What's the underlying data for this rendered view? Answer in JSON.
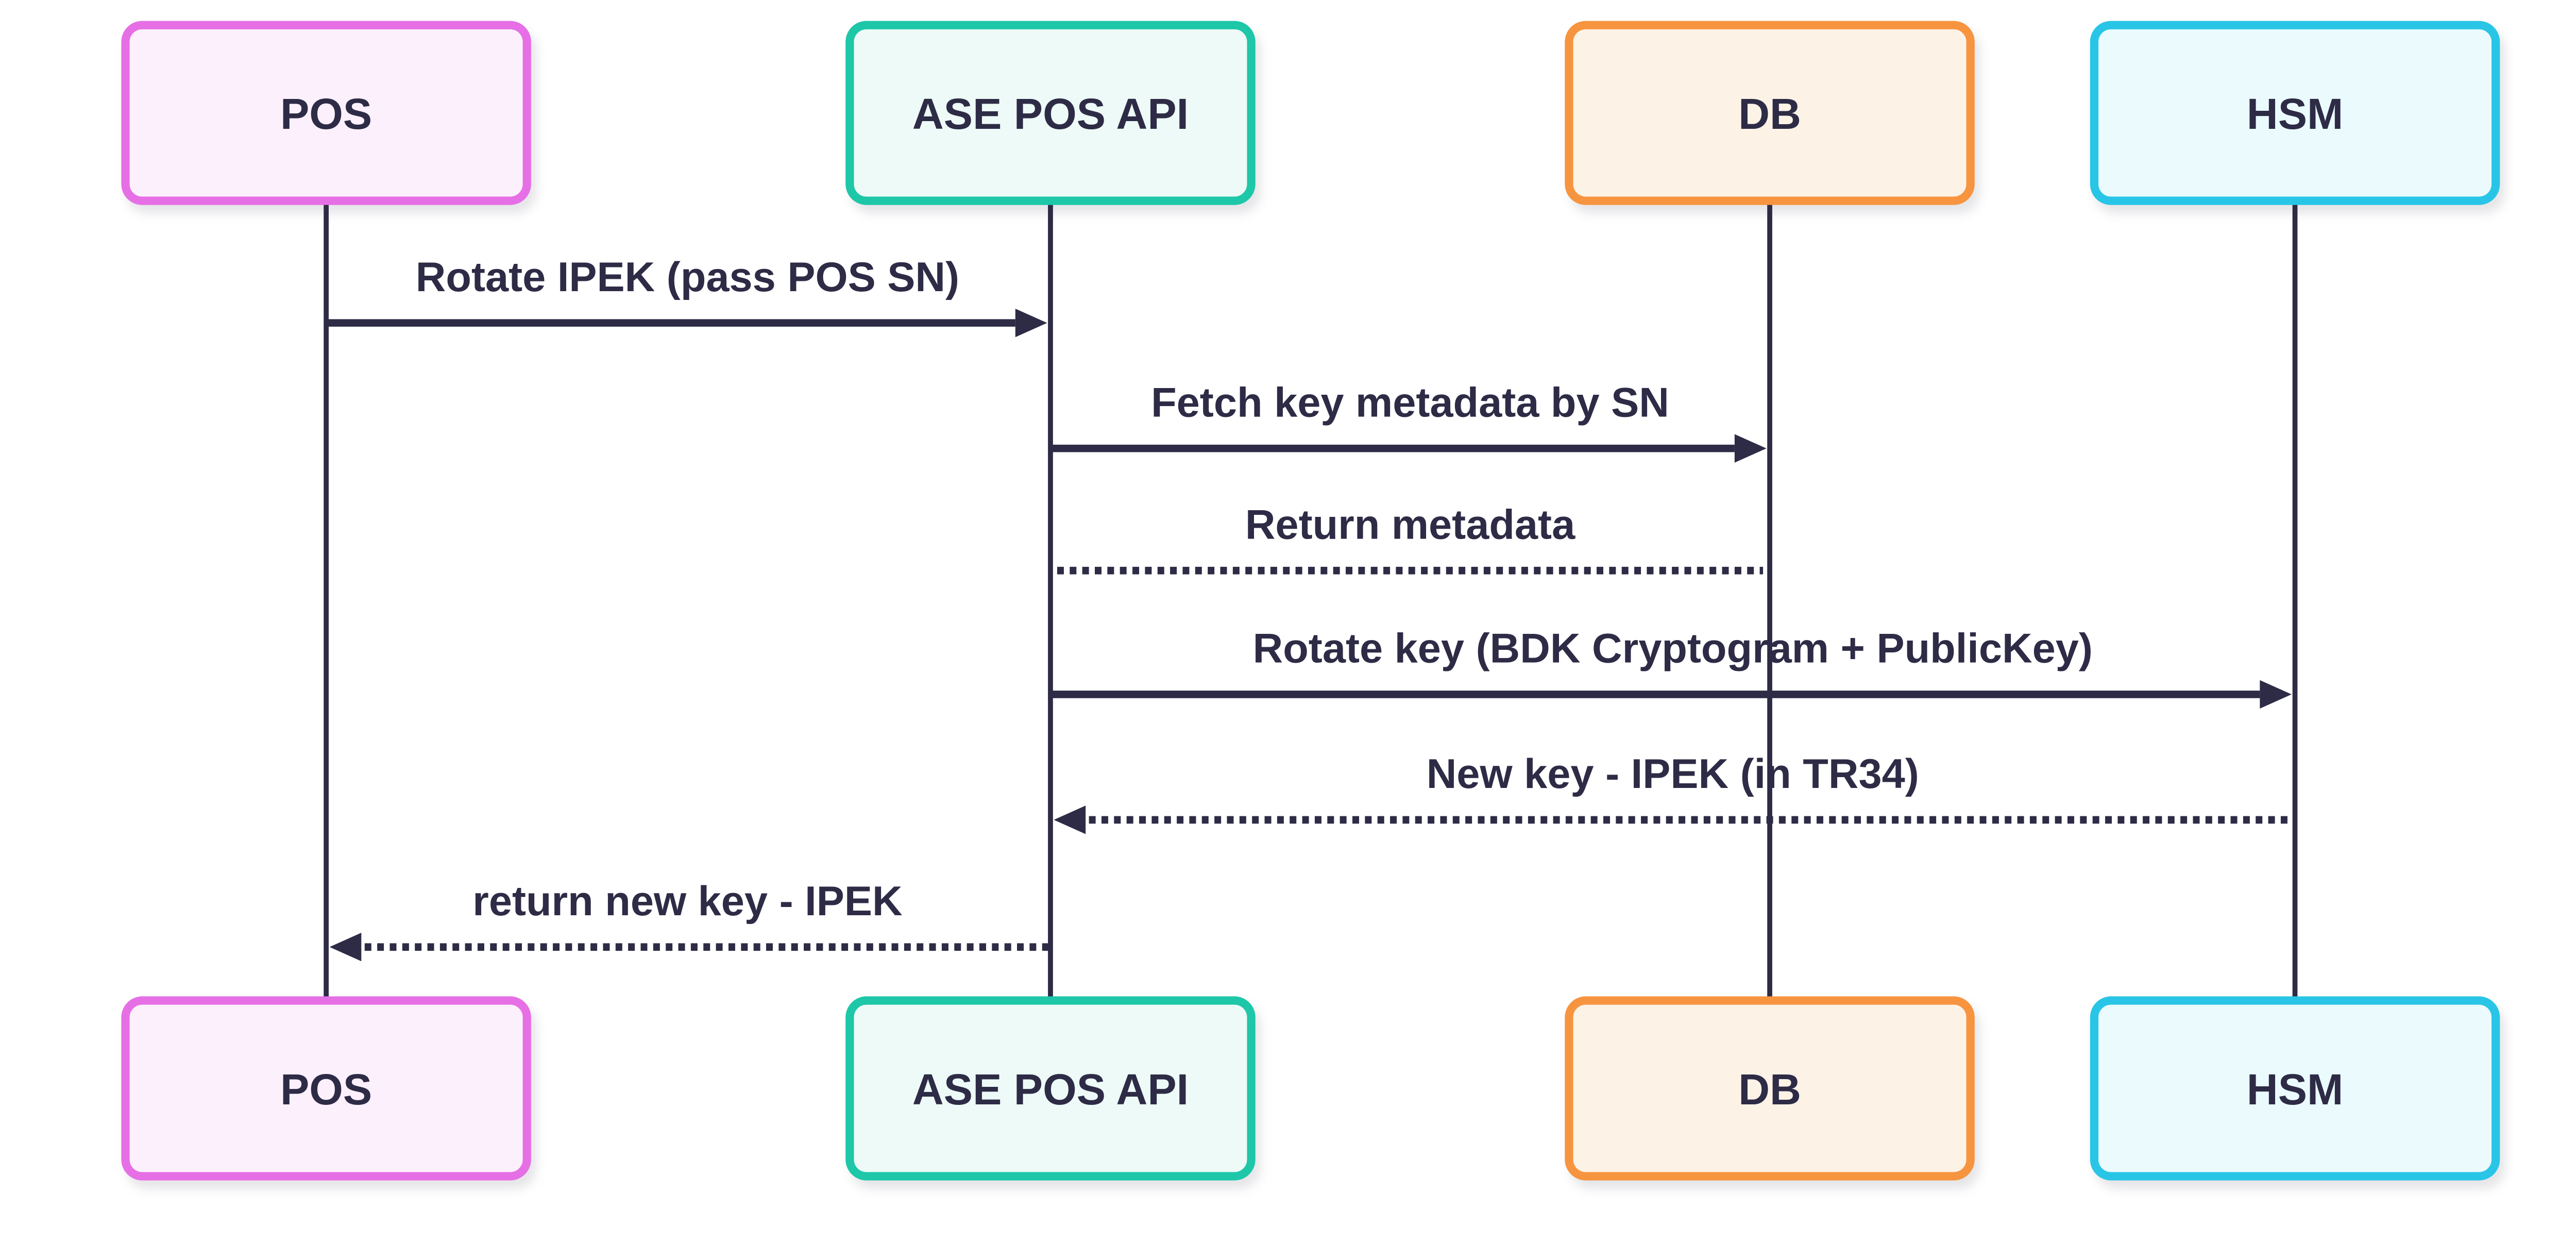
{
  "diagram": {
    "type": "sequence",
    "actors": [
      {
        "id": "pos",
        "label": "POS"
      },
      {
        "id": "api",
        "label": "ASE POS API"
      },
      {
        "id": "db",
        "label": "DB"
      },
      {
        "id": "hsm",
        "label": "HSM"
      }
    ],
    "messages": [
      {
        "from": "POS",
        "to": "ASE POS API",
        "label": "Rotate IPEK (pass POS SN)",
        "line_style": "solid",
        "arrowhead": "filled-right"
      },
      {
        "from": "ASE POS API",
        "to": "DB",
        "label": "Fetch key metadata by SN",
        "line_style": "solid",
        "arrowhead": "filled-right"
      },
      {
        "from": "DB",
        "to": "ASE POS API",
        "label": "Return metadata",
        "line_style": "dotted",
        "arrowhead": "none"
      },
      {
        "from": "ASE POS API",
        "to": "HSM",
        "label": "Rotate key (BDK Cryptogram + PublicKey)",
        "line_style": "solid",
        "arrowhead": "filled-right"
      },
      {
        "from": "HSM",
        "to": "ASE POS API",
        "label": "New key - IPEK (in TR34)",
        "line_style": "dotted",
        "arrowhead": "filled-left"
      },
      {
        "from": "ASE POS API",
        "to": "POS",
        "label": "return new key - IPEK",
        "line_style": "dotted",
        "arrowhead": "filled-left"
      }
    ]
  },
  "colors": {
    "background": "#ffffff",
    "line": "#2d2b45",
    "text": "#2d2b45",
    "pos-border": "#e66fe6",
    "pos-fill": "#fcf0fc",
    "api-border": "#1dc7a8",
    "api-fill": "#edfaf7",
    "db-border": "#f79440",
    "db-fill": "#fdf2e6",
    "hsm-border": "#29c5e6",
    "hsm-fill": "#eafafd"
  }
}
